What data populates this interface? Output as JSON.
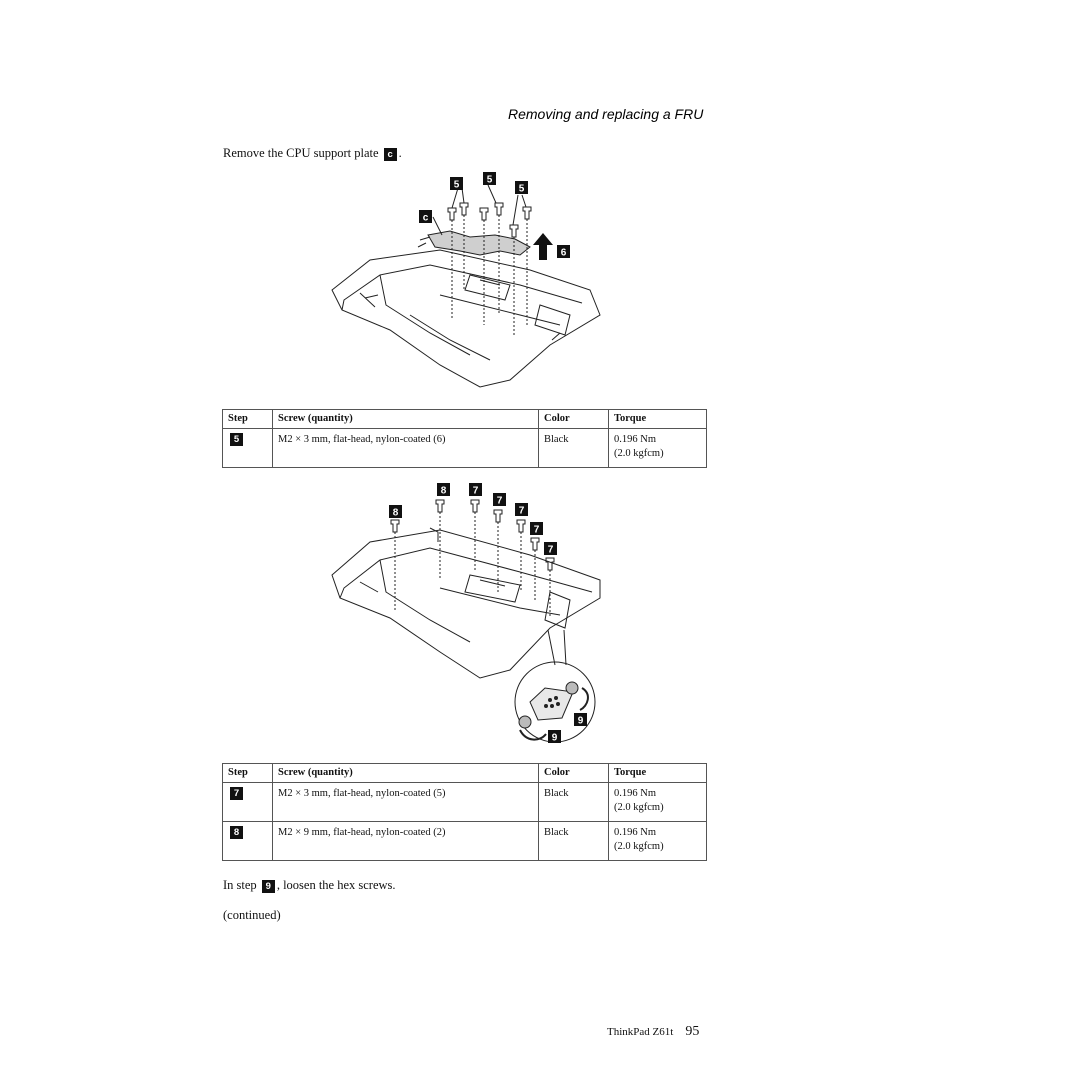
{
  "header": {
    "title": "Removing and replacing a FRU"
  },
  "intro": {
    "text": "Remove the CPU support plate",
    "key": "c",
    "suffix": "."
  },
  "figure1": {
    "callouts": [
      "5",
      "5",
      "5",
      "c",
      "6"
    ]
  },
  "table1": {
    "headers": [
      "Step",
      "Screw (quantity)",
      "Color",
      "Torque"
    ],
    "rows": [
      {
        "step": "5",
        "screw": "M2 × 3 mm, flat-head, nylon-coated (6)",
        "color": "Black",
        "torque1": "0.196 Nm",
        "torque2": "(2.0 kgfcm)"
      }
    ]
  },
  "figure2": {
    "callouts": [
      "8",
      "7",
      "7",
      "8",
      "7",
      "7",
      "7",
      "9",
      "9"
    ]
  },
  "table2": {
    "headers": [
      "Step",
      "Screw (quantity)",
      "Color",
      "Torque"
    ],
    "rows": [
      {
        "step": "7",
        "screw": "M2 × 3 mm, flat-head, nylon-coated (5)",
        "color": "Black",
        "torque1": "0.196 Nm",
        "torque2": "(2.0 kgfcm)"
      },
      {
        "step": "8",
        "screw": "M2 × 9 mm, flat-head, nylon-coated (2)",
        "color": "Black",
        "torque1": "0.196 Nm",
        "torque2": "(2.0 kgfcm)"
      }
    ]
  },
  "step9": {
    "prefix": "In step",
    "key": "9",
    "suffix": ", loosen the hex screws."
  },
  "continued": "(continued)",
  "footer": {
    "product": "ThinkPad Z61t",
    "page": "95"
  }
}
